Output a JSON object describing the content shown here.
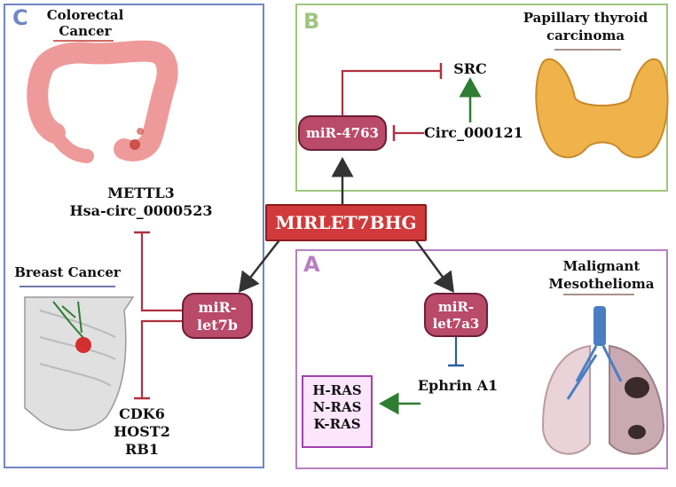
{
  "panels": {
    "a": {
      "letter": "A",
      "color": "#b86bc0"
    },
    "b": {
      "letter": "B",
      "color": "#8fb96a"
    },
    "c": {
      "letter": "C",
      "color": "#6f86c6"
    }
  },
  "central": {
    "label": "MIRLET7BHG"
  },
  "panel_c": {
    "cancer1_line1": "Colorectal",
    "cancer1_line2": "Cancer",
    "targets_top_line1": "METTL3",
    "targets_top_line2": "Hsa-circ_0000523",
    "cancer2": "Breast Cancer",
    "mirna_line1": "miR-",
    "mirna_line2": "let7b",
    "targets_bottom_line1": "CDK6",
    "targets_bottom_line2": "HOST2",
    "targets_bottom_line3": "RB1"
  },
  "panel_b": {
    "cancer_line1": "Papillary thyroid",
    "cancer_line2": "carcinoma",
    "mirna": "miR-4763",
    "target": "SRC",
    "circ": "Circ_000121"
  },
  "panel_a": {
    "cancer_line1": "Malignant",
    "cancer_line2": "Mesothelioma",
    "mirna_line1": "miR-",
    "mirna_line2": "let7a3",
    "target": "Ephrin A1",
    "ras1": "H-RAS",
    "ras2": "N-RAS",
    "ras3": "K-RAS"
  },
  "colors": {
    "node_fill": "#b94a6a",
    "central_fill": "#d03a3a",
    "inhibit": "#b03040",
    "activate_green": "#2e7d32",
    "inhibit_blue": "#2a5fa0"
  }
}
